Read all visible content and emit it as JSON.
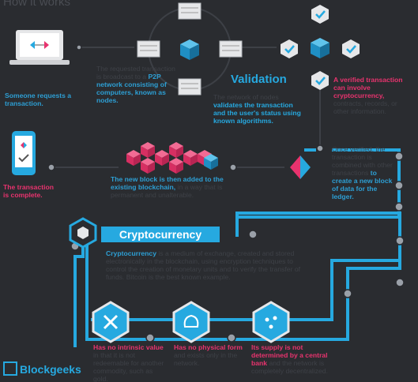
{
  "title": "How it works",
  "steps": {
    "s1_label": "Someone requests a transaction.",
    "s2_pre": "The requested transaction is broadcast to a",
    "s2_highlight": "P2P network consisting of computers, known as nodes.",
    "validation_label": "Validation",
    "s3_pre": "The network of nodes",
    "s3_highlight": "validates the transaction and the user's status using known algorithms.",
    "s4_highlight": "A verified transaction can involve",
    "s4_highlight2": "cryptocurrency,",
    "s4_post": "contracts, records, or other information.",
    "s5_pre": "Once verified, the transaction is combined with other transactions",
    "s5_highlight": "to create a new block of data for the ledger.",
    "s6_highlight": "The new block is then added to the existing blockchain,",
    "s6_post": "in a way that is permanent and unalterable.",
    "s7_highlight": "The transaction is complete."
  },
  "crypto": {
    "banner": "Cryptocurrency",
    "def_word": "Cryptocurrency",
    "def_rest": "is a medium of exchange, created and stored electronically in the blockchain, using encryption techniques to control the creation of monetary units and to verify the transfer of funds. Bitcoin is the best known example.",
    "f1_highlight": "Has no intrinsic value",
    "f1_post": "in that it is not redeemable for another commodity, such as gold.",
    "f2_highlight": "Has no physical form",
    "f2_post": "and exists only in the network.",
    "f3_highlight": "Its supply is not determined by a central bank",
    "f3_post": "and the network is completely decentralized."
  },
  "brand": "Blockgeeks",
  "colors": {
    "accent": "#26a9e0",
    "pink": "#e8336e",
    "bg": "#2a2c30"
  }
}
